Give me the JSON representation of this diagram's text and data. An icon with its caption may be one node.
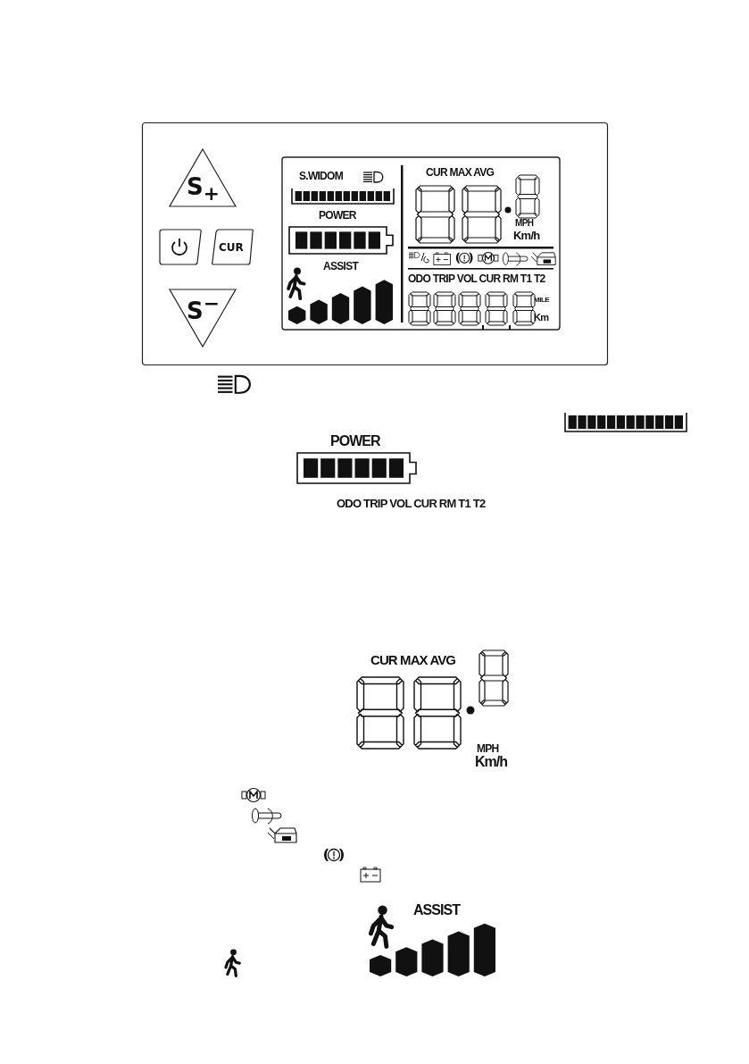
{
  "diagram": {
    "nodes": [
      {
        "text": [
          "S$_{+}$"
        ]
      },
      {
        "text": [],
        "shape": "box"
      },
      {
        "text": [
          "CUR"
        ]
      },
      {
        "text": [
          "S$^{−}$"
        ]
      },
      {
        "text": [
          "S.WIDOM",
          "POWER",
          "ASSIST",
          "CUR MAX AVG",
          "MPH",
          "Km/h",
          "ODO TRIP VOL CUR RM T1 T2",
          "MILE",
          "Km"
        ]
      }
    ],
    "edges": [],
    "labels": [
      "POWER",
      "ODO TRIP VOL CUR RM T1 T2",
      "CUR MAX AVG",
      "MPH",
      "Km/h",
      "ASSIST"
    ]
  }
}
